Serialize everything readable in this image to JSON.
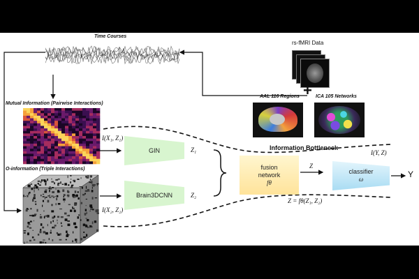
{
  "labels": {
    "time_courses": "Time Courses",
    "mutual_info": "Mutual Information (Pairwise Interactions)",
    "o_info": "O-information (Triple Interactions)",
    "rsfmri": "rs-fMRI Data",
    "aal": "AAL 116 Regions",
    "ica": "ICA  105 Networks",
    "plus": "+",
    "info_bottleneck": "Information Bottleneck"
  },
  "modules": {
    "gin": "GIN",
    "brain3dcnn": "Brain3DCNN",
    "fusion_line1": "fusion",
    "fusion_line2": "network",
    "fusion_sym": "fθ",
    "classifier_line1": "classifier",
    "classifier_sym": "ω"
  },
  "math": {
    "i_x1_z1": "I(X₁, Z₁)",
    "i_x2_z2": "I(X₂, Z₂)",
    "z1": "Z₁",
    "z2": "Z₂",
    "z": "Z",
    "i_y_z": "I(Y, Z)",
    "z_eq": "Z = fθ(Z₁, Z₂)",
    "y": "Y"
  },
  "colors": {
    "gin_fill": "#d8f5cf",
    "fusion_fill": "#ffe9a8",
    "classifier_fill": "#bfe6f7",
    "heatmap_base": "#2a0b3e",
    "heatmap_hot": "#f5b53a"
  }
}
